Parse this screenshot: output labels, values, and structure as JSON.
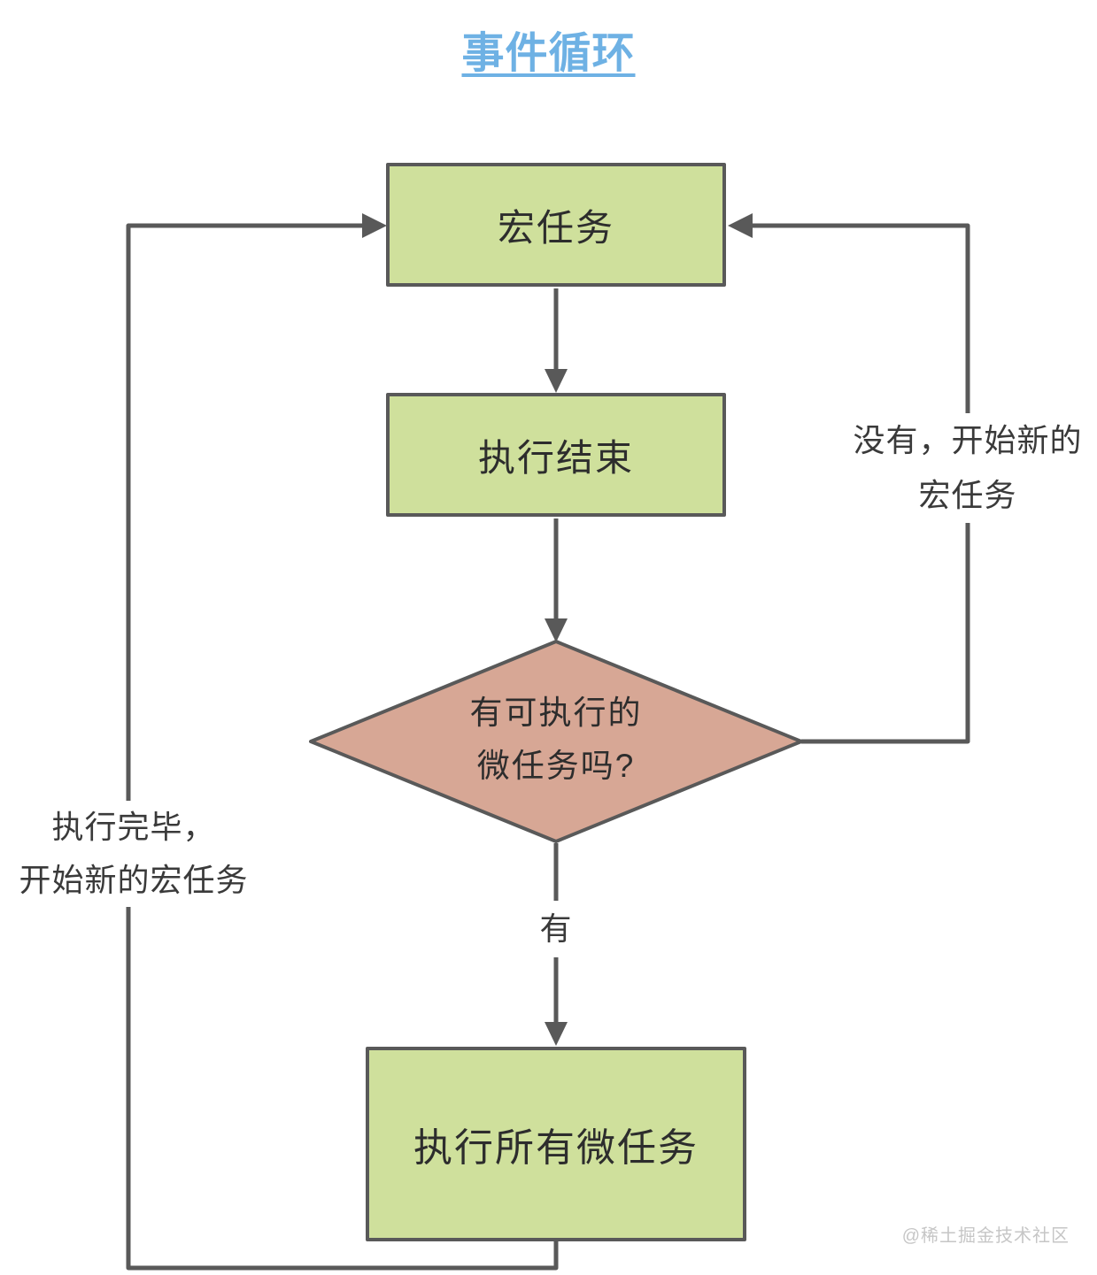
{
  "title": "事件循环",
  "nodes": {
    "macro_task": {
      "label": "宏任务"
    },
    "execution_end": {
      "label": "执行结束"
    },
    "decision": {
      "line1": "有可执行的",
      "line2": "微任务吗?"
    },
    "run_microtasks": {
      "label": "执行所有微任务"
    }
  },
  "edge_labels": {
    "yes": "有",
    "no": {
      "line1": "没有，开始新的",
      "line2": "宏任务"
    },
    "done": {
      "line1": "执行完毕，",
      "line2": "开始新的宏任务"
    }
  },
  "watermark": "@稀土掘金技术社区",
  "colors": {
    "title_blue": "#6eb1e4",
    "node_green": "#cfe09c",
    "decision_salmon": "#d7a795",
    "line_gray": "#595959",
    "node_text": "#2d2d2d",
    "label_text": "#3a3a3a",
    "watermark_gray": "#c6c6c6"
  }
}
